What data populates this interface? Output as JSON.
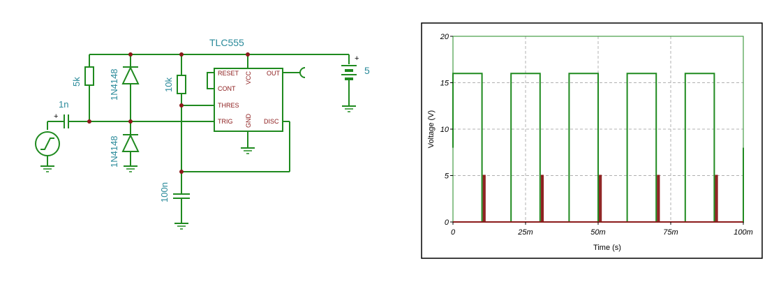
{
  "schematic": {
    "ic_name": "TLC555",
    "ic_pins": {
      "reset": "RESET",
      "vcc": "VCC",
      "out": "OUT",
      "cont": "CONT",
      "thres": "THRES",
      "trig": "TRIG",
      "gnd": "GND",
      "disc": "DISC"
    },
    "components": {
      "r1": "5k",
      "r2": "10k",
      "c_in": "1n",
      "c_timing": "100n",
      "d_top": "1N4148",
      "d_bottom": "1N4148",
      "battery_value": "5",
      "battery_plus": "+",
      "cap_plus": "+"
    }
  },
  "chart_data": {
    "type": "line",
    "xlabel": "Time (s)",
    "ylabel": "Voltage (V)",
    "xlim": [
      0,
      0.1
    ],
    "ylim": [
      0,
      20
    ],
    "x_ticks": [
      {
        "value": 0,
        "label": "0"
      },
      {
        "value": 0.025,
        "label": "25m"
      },
      {
        "value": 0.05,
        "label": "50m"
      },
      {
        "value": 0.075,
        "label": "75m"
      },
      {
        "value": 0.1,
        "label": "100m"
      }
    ],
    "y_ticks": [
      {
        "value": 0,
        "label": "0"
      },
      {
        "value": 5,
        "label": "5"
      },
      {
        "value": 10,
        "label": "10"
      },
      {
        "value": 15,
        "label": "15"
      },
      {
        "value": 20,
        "label": "20"
      }
    ],
    "grid": true,
    "series": [
      {
        "color": "#1f8a1f",
        "points": [
          [
            0,
            8
          ],
          [
            0,
            16
          ],
          [
            0.01,
            16
          ],
          [
            0.01,
            0
          ],
          [
            0.02,
            0
          ],
          [
            0.02,
            16
          ],
          [
            0.03,
            16
          ],
          [
            0.03,
            0
          ],
          [
            0.04,
            0
          ],
          [
            0.04,
            16
          ],
          [
            0.05,
            16
          ],
          [
            0.05,
            10.5
          ],
          [
            0.05,
            0
          ],
          [
            0.06,
            0
          ],
          [
            0.06,
            16
          ],
          [
            0.07,
            16
          ],
          [
            0.07,
            0
          ],
          [
            0.08,
            0
          ],
          [
            0.08,
            16
          ],
          [
            0.09,
            16
          ],
          [
            0.09,
            0
          ],
          [
            0.1,
            0
          ],
          [
            0.1,
            8
          ]
        ]
      },
      {
        "color": "#8b1a1a",
        "points": [
          [
            0,
            0
          ],
          [
            0.0105,
            0
          ],
          [
            0.0105,
            5
          ],
          [
            0.011,
            5
          ],
          [
            0.011,
            0
          ],
          [
            0.0305,
            0
          ],
          [
            0.0305,
            5
          ],
          [
            0.031,
            5
          ],
          [
            0.031,
            0
          ],
          [
            0.0505,
            0
          ],
          [
            0.0505,
            5
          ],
          [
            0.051,
            5
          ],
          [
            0.051,
            0
          ],
          [
            0.0705,
            0
          ],
          [
            0.0705,
            5
          ],
          [
            0.071,
            5
          ],
          [
            0.071,
            0
          ],
          [
            0.0905,
            0
          ],
          [
            0.0905,
            5
          ],
          [
            0.091,
            5
          ],
          [
            0.091,
            0
          ],
          [
            0.1,
            0
          ]
        ]
      }
    ]
  }
}
